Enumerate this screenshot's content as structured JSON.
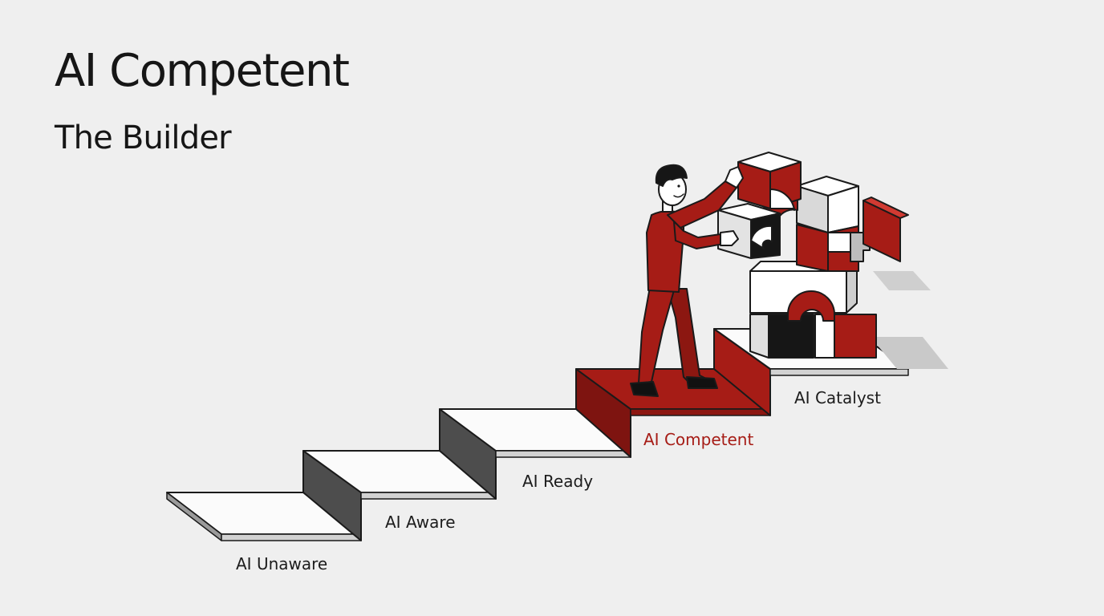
{
  "header": {
    "title": "AI Competent",
    "subtitle": "The Builder"
  },
  "steps": [
    {
      "label": "AI Unaware"
    },
    {
      "label": "AI Aware"
    },
    {
      "label": "AI Ready"
    },
    {
      "label": "AI Competent"
    },
    {
      "label": "AI Catalyst"
    }
  ],
  "active_step": 3,
  "colors": {
    "accent": "#a61c16",
    "accent_dark": "#7e1410",
    "ink": "#161616",
    "background": "#efefef"
  }
}
